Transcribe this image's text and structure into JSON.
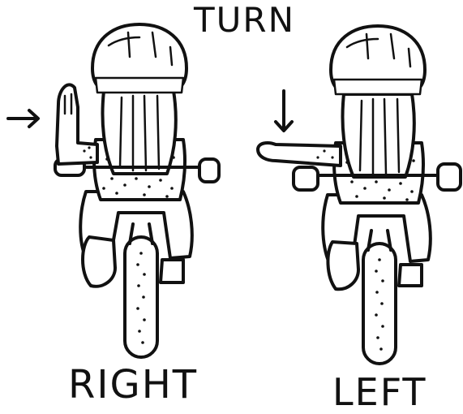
{
  "title": "TURN",
  "labels": {
    "right": "RIGHT",
    "left": "LEFT"
  },
  "icons": {
    "right_pointer": "arrow-right-icon",
    "left_pointer": "arrow-down-icon"
  },
  "colors": {
    "ink": "#111111",
    "background": "#ffffff"
  }
}
